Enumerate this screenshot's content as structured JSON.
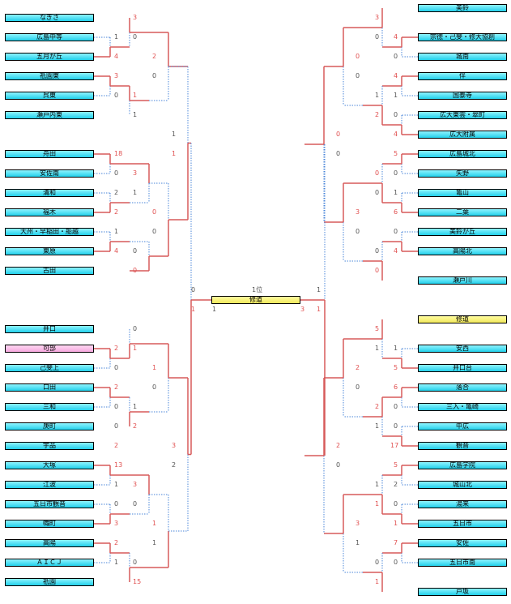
{
  "left_teams": [
    "なぎさ",
    "広島中等",
    "五月が丘",
    "祇園東",
    "呉東",
    "瀬戸内東",
    "舟田",
    "安佐南",
    "清和",
    "福木",
    "大州・早稲田・船越",
    "東原",
    "古田",
    "井口",
    "可部",
    "己斐上",
    "口田",
    "三和",
    "庚町",
    "宇品",
    "大塚",
    "江波",
    "五日市観音",
    "幟町",
    "高陽",
    "ＡＩＣＪ",
    "祇園"
  ],
  "right_teams": [
    "美鈴",
    "宗徳・己斐・修大協創",
    "城南",
    "伴",
    "国泰寺",
    "広大東雲・翠町",
    "広大附属",
    "広島城北",
    "矢野",
    "亀山",
    "二葉",
    "美鈴が丘",
    "高陽北",
    "瀬戸川",
    "修道",
    "安西",
    "井口台",
    "落合",
    "三入・亀崎",
    "中広",
    "観音",
    "広島学院",
    "城山北",
    "湯来",
    "五日市",
    "安佐",
    "五日市南",
    "戸坂"
  ],
  "final": {
    "rank_label": "1位",
    "champion": "修道",
    "score_left": "1",
    "score_right": "3",
    "top_left": "0",
    "top_right": "1",
    "bot_left": "1",
    "bot_right": "1"
  },
  "colors": {
    "win_line": "#d75a5a",
    "lose_line": "#4a86d8",
    "win_score": "#e05050",
    "lose_score": "#555555",
    "team_fill": "#22d0ea",
    "champion_fill": "#f1e85c",
    "highlight_fill": "#f7a8df"
  },
  "highlight": {
    "left_team_index": 14,
    "right_team_index": 14
  }
}
